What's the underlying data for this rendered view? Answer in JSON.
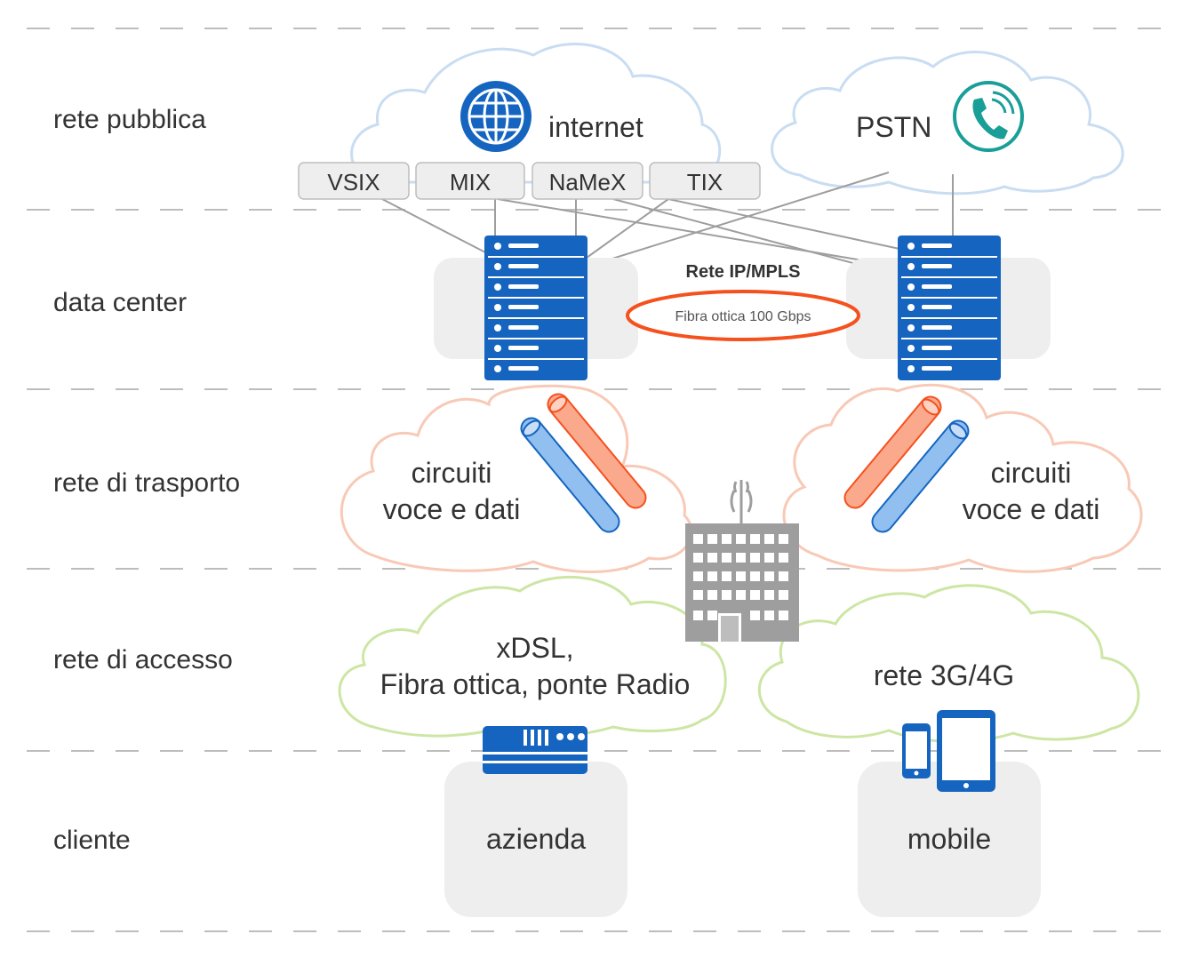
{
  "layers": [
    {
      "label": "rete pubblica"
    },
    {
      "label": "data center"
    },
    {
      "label": "rete di trasporto"
    },
    {
      "label": "rete di accesso"
    },
    {
      "label": "cliente"
    }
  ],
  "public_network": {
    "internet_label": "internet",
    "pstn_label": "PSTN",
    "exchanges": [
      "VSIX",
      "MIX",
      "NaMeX",
      "TIX"
    ]
  },
  "data_center": {
    "backbone_title": "Rete IP/MPLS",
    "backbone_subtitle": "Fibra ottica 100 Gbps"
  },
  "transport": {
    "left_line1": "circuiti",
    "left_line2": "voce e dati",
    "right_line1": "circuiti",
    "right_line2": "voce e dati"
  },
  "access": {
    "left_line1": "xDSL,",
    "left_line2": "Fibra ottica, ponte Radio",
    "right_line1": "rete 3G/4G"
  },
  "client": {
    "left_label": "azienda",
    "right_label": "mobile"
  },
  "colors": {
    "blue": "#1565c0",
    "orange": "#f4511e",
    "cloud_public": "#c9ddf2",
    "cloud_transport": "#f8c9b6",
    "cloud_access": "#cde6a4",
    "panel_gray": "#eeeeee",
    "building_gray": "#9e9e9e",
    "phone_teal": "#1a9e98"
  }
}
